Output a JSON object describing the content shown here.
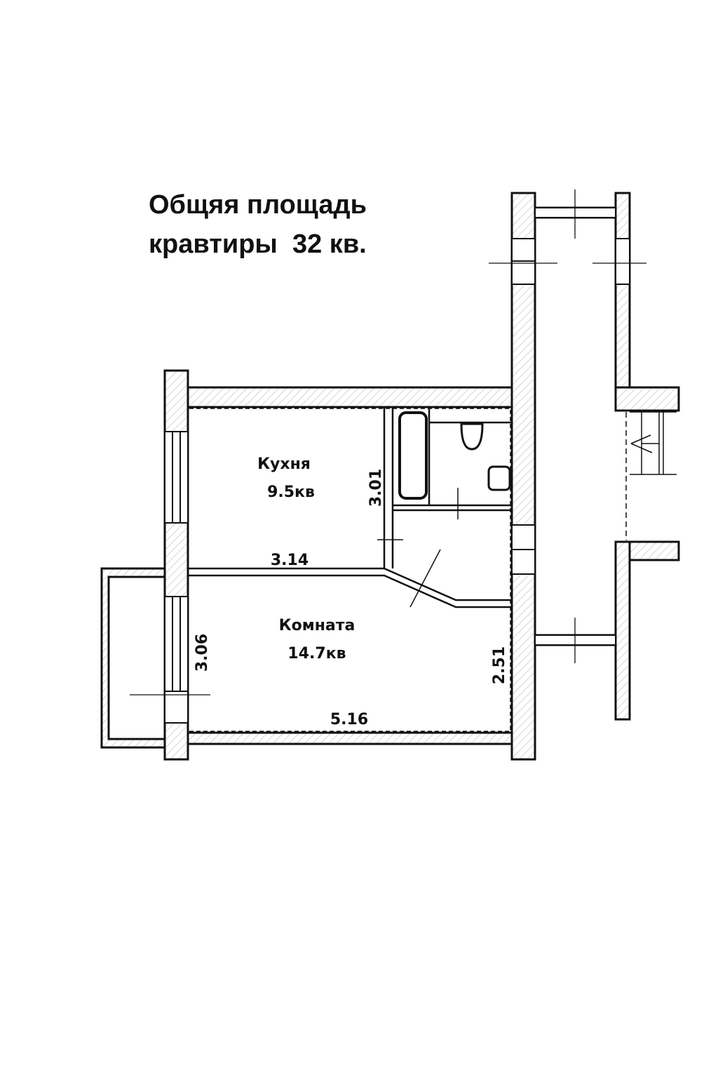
{
  "title": {
    "line1": "Общяя площадь",
    "line2": "кравтиры  32 кв."
  },
  "rooms": {
    "kitchen": {
      "name": "Кухня",
      "area": "9.5кв"
    },
    "room": {
      "name": "Комната",
      "area": "14.7кв"
    }
  },
  "dimensions": {
    "kitchen_height": "3.01",
    "kitchen_width": "3.14",
    "room_height_left": "3.06",
    "room_height_right": "2.51",
    "room_width": "5.16"
  },
  "colors": {
    "line": "#111111",
    "hatch": "#b0b0b0"
  }
}
